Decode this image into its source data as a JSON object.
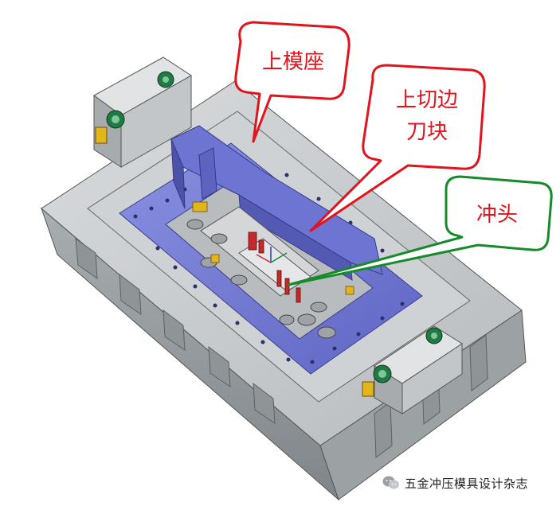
{
  "callouts": [
    {
      "id": "upper-die-base",
      "text": "上模座",
      "color": "#e0141c"
    },
    {
      "id": "upper-trim-insert",
      "lines": [
        "上切边",
        "刀块"
      ],
      "color": "#e0141c"
    },
    {
      "id": "punch",
      "text": "冲头",
      "color": "#178a2a"
    }
  ],
  "watermark": {
    "text": "五金冲压模具设计杂志",
    "icon": "wechat-icon"
  },
  "colors": {
    "die_body": "#c8cbcd",
    "die_shadow": "#8e9396",
    "plate_blue": "#7a80d6",
    "accent_yellow": "#e2b51c",
    "accent_green": "#1f7a43",
    "accent_red": "#c42a2a"
  }
}
